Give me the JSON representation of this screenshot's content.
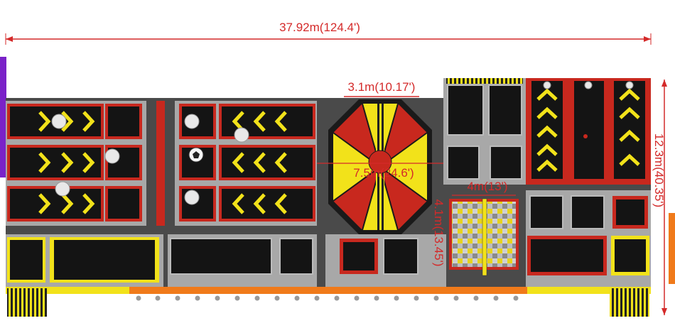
{
  "dimensions": {
    "overall_width": "37.92m(124.4')",
    "overall_depth": "12.3m(40.35')",
    "octagon_width": "3.1m(10.17')",
    "octagon_span": "7.5m(24.6')",
    "foam_pit_width": "4m(13')",
    "foam_pit_length": "4.1m(13.45')"
  },
  "colors": {
    "dimension_line": "#d42a2a",
    "floor": "#4a4a4a",
    "platform": "#9a9a9a",
    "trampoline_bed": "#141414",
    "pad_red": "#c8281e",
    "accent_yellow": "#f2e21a",
    "purple_edge": "#7a22c8",
    "orange_edge": "#f07a1a"
  },
  "icons": [
    "chevron-arrow-icon",
    "dodgeball-icon",
    "soccer-ball-icon"
  ]
}
